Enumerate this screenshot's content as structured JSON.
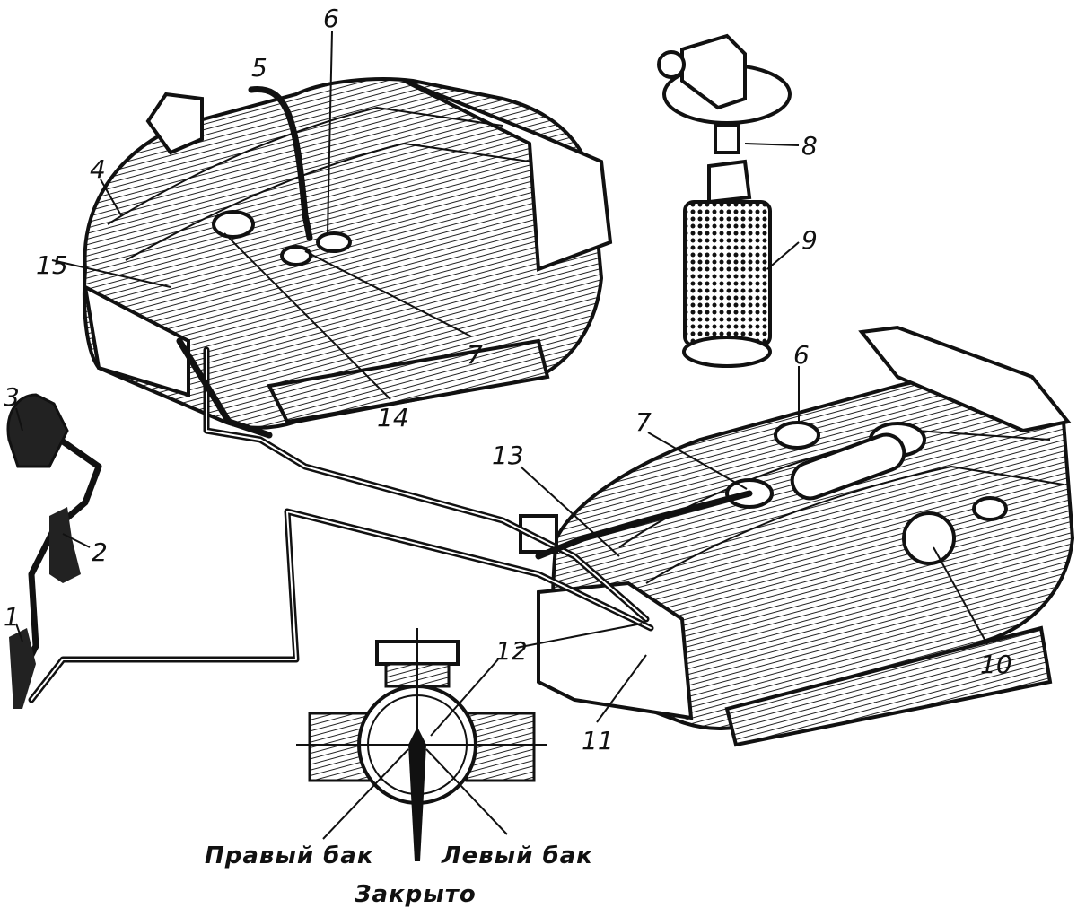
{
  "diagram": {
    "callouts": [
      "1",
      "2",
      "3",
      "4",
      "5",
      "6",
      "7",
      "8",
      "9",
      "6",
      "7",
      "10",
      "11",
      "12",
      "13",
      "14",
      "15"
    ],
    "valve_positions": {
      "right_tank": "Правый бак",
      "left_tank": "Левый бак",
      "closed": "Закрыто"
    }
  }
}
